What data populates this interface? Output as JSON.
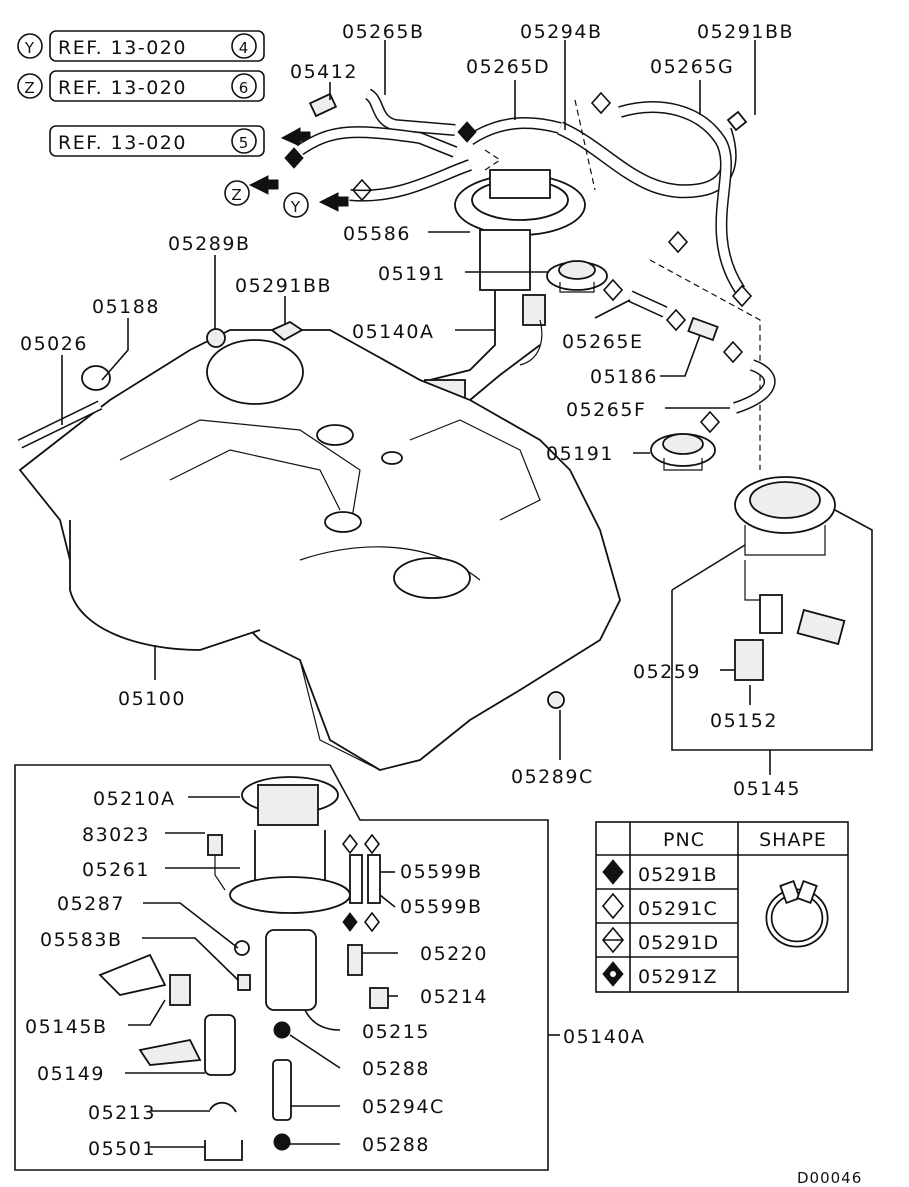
{
  "refs": {
    "y": {
      "marker": "Y",
      "text": "REF. 13-020",
      "num": "4"
    },
    "z": {
      "marker": "Z",
      "text": "REF. 13-020",
      "num": "6"
    },
    "x": {
      "text": "REF. 13-020",
      "num": "5"
    }
  },
  "arrows": {
    "z": "Z",
    "y": "Y"
  },
  "labels": {
    "p05265B": "05265B",
    "p05294B": "05294B",
    "p05291BB_top": "05291BB",
    "p05412": "05412",
    "p05265D": "05265D",
    "p05265G": "05265G",
    "p05586": "05586",
    "p05289B": "05289B",
    "p05191_a": "05191",
    "p05291BB_mid": "05291BB",
    "p05188": "05188",
    "p05140A_top": "05140A",
    "p05265E": "05265E",
    "p05026": "05026",
    "p05186": "05186",
    "p05265F": "05265F",
    "p05191_b": "05191",
    "p05100": "05100",
    "p05259": "05259",
    "p05152": "05152",
    "p05289C": "05289C",
    "p05145": "05145",
    "p05210A": "05210A",
    "p83023": "83023",
    "p05261": "05261",
    "p05599B_a": "05599B",
    "p05599B_b": "05599B",
    "p05287": "05287",
    "p05583B": "05583B",
    "p05220": "05220",
    "p05214": "05214",
    "p05145B": "05145B",
    "p05215": "05215",
    "p05140A_bottom": "05140A",
    "p05149": "05149",
    "p05288_a": "05288",
    "p05213": "05213",
    "p05294C": "05294C",
    "p05501": "05501",
    "p05288_b": "05288",
    "code": "D00046"
  },
  "table": {
    "headers": [
      "PNC",
      "SHAPE"
    ],
    "rows": [
      {
        "symbol": "diamond-filled",
        "pnc": "05291B"
      },
      {
        "symbol": "diamond-outline",
        "pnc": "05291C"
      },
      {
        "symbol": "diamond-half",
        "pnc": "05291D"
      },
      {
        "symbol": "diamond-dotted",
        "pnc": "05291Z"
      }
    ],
    "shape_icon": "hose-clamp-icon"
  }
}
